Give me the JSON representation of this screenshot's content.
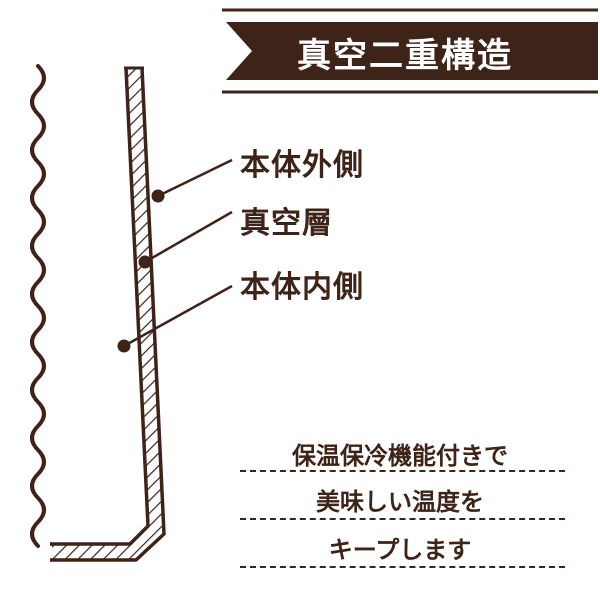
{
  "title": "真空二重構造",
  "labels": {
    "outer": "本体外側",
    "vacuum": "真空層",
    "inner": "本体内側"
  },
  "note_lines": [
    "保温保冷機能付きで",
    "美味しい温度を",
    "キープします"
  ],
  "colors": {
    "ink": "#3d2318",
    "background": "#ffffff",
    "title_text": "#ffffff"
  }
}
